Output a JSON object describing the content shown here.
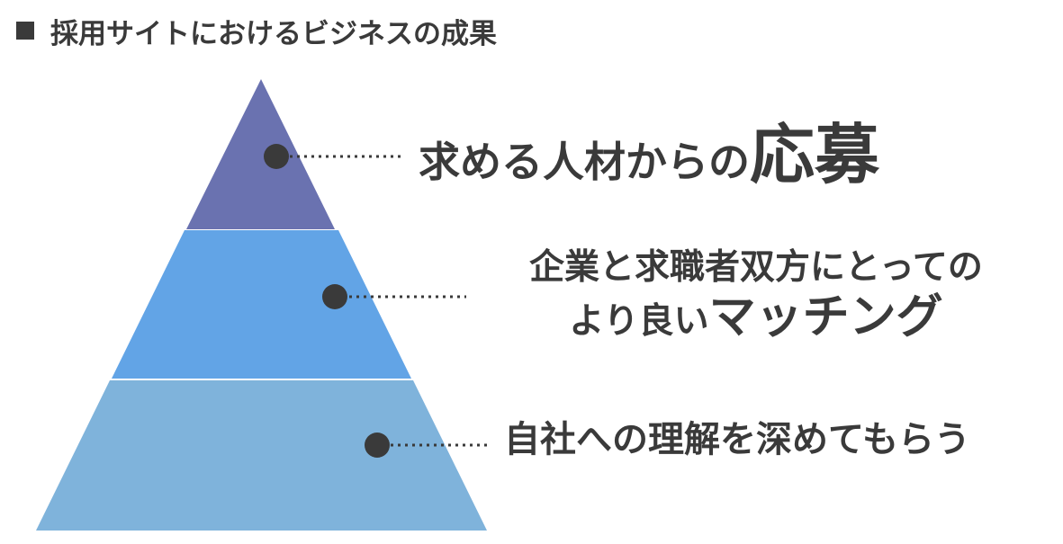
{
  "title": "採用サイトにおけるビジネスの成果",
  "colors": {
    "tier_top": "#6A72B0",
    "tier_mid": "#62A4E6",
    "tier_bottom": "#7FB3DB",
    "text": "#3A3A3A",
    "dot": "#3A3A3A"
  },
  "tiers": [
    {
      "label_main": "求める人材からの",
      "label_emphasis": "応募"
    },
    {
      "label_line1": "企業と求職者双方にとっての",
      "label_line2_main": "より良い",
      "label_line2_emphasis": "マッチング"
    },
    {
      "label_main": "自社への理解を深めてもらう"
    }
  ]
}
